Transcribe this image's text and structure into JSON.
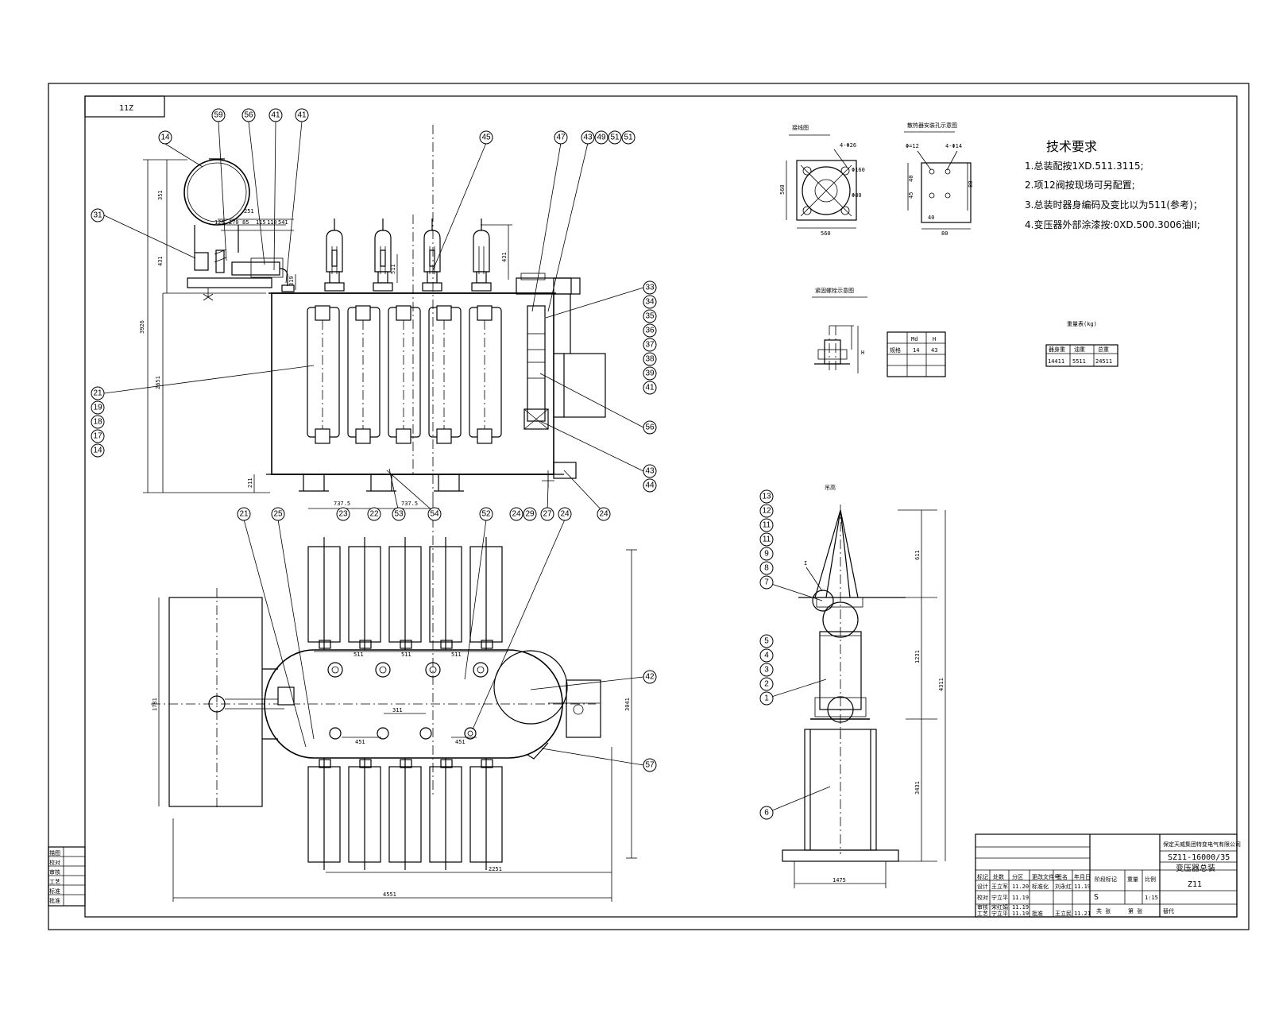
{
  "drawing_code": "11Z",
  "tech_req": {
    "title": "技术要求",
    "items": [
      "1.总装配按1XD.511.3115;",
      "2.项12阀按现场可另配置;",
      "3.总装时器身编码及变比以为511(参考)；",
      "4.变压器外部涂漆按:0XD.500.3006油II;"
    ]
  },
  "detail_labels": {
    "flange": "接线图",
    "bolt_pattern": "散热器安装孔示意图",
    "tightening": "紧固螺栓示意图",
    "weight_table_title": "重量表(kg)",
    "lifting_view": "吊高"
  },
  "flange_dims": {
    "side": "560",
    "bottom": "560",
    "holes": "4-Φ26",
    "hole_dia": "Φ160",
    "inner": "Φ80"
  },
  "bolt_dims": {
    "spec": "Φ=12",
    "holes": "4-Φ14",
    "d1": "40",
    "d2": "80",
    "d3": "80",
    "d4": "40",
    "d5": "45"
  },
  "torque_table": {
    "headers": [
      "",
      "Md",
      "H"
    ],
    "rows": [
      [
        "规格",
        "14",
        "43"
      ],
      [
        "",
        "",
        ""
      ]
    ]
  },
  "tightening_dim": "H",
  "weight_table": {
    "headers": [
      "器身重",
      "油重",
      "总重"
    ],
    "values": [
      "14411",
      "5511",
      "24511"
    ]
  },
  "front_dims": {
    "d_cons": "351",
    "d_h1": "431",
    "d_total": "3926",
    "d_tank": "2651",
    "d_bottom": "211",
    "d_bus": "431",
    "d_bush": "511",
    "d_pipe": "319",
    "d_base1": "737.5",
    "d_base2": "737.5",
    "d_top": [
      "126",
      "270",
      "251",
      "85",
      "115",
      "110",
      "541"
    ]
  },
  "plan_dims": {
    "d_width": "1781",
    "d_depth": "3041",
    "d_rad_pitch": [
      "511",
      "511",
      "511"
    ],
    "d_c1": "451",
    "d_c2": "311",
    "d_c3": "451",
    "d_len1": "2251",
    "d_len_total": "4551"
  },
  "side_dims": {
    "d1": "611",
    "d2": "1231",
    "d3": "3431",
    "d_total": "4311",
    "d_base": "1475"
  },
  "bubbles_front_top": [
    "14",
    "59",
    "56",
    "41",
    "41",
    "45",
    "47",
    "43",
    "49",
    "51",
    "51"
  ],
  "bubbles_front_left": [
    "31",
    "21",
    "19",
    "18",
    "17",
    "14"
  ],
  "bubbles_front_right": [
    "33",
    "34",
    "35",
    "36",
    "37",
    "38",
    "39",
    "41",
    "56",
    "43",
    "44"
  ],
  "bubbles_front_right_lower": [
    "24"
  ],
  "bubbles_front_bottom": [
    "23",
    "22",
    "53",
    "54",
    "24",
    "29",
    "27"
  ],
  "bubbles_plan_top": [
    "21",
    "25",
    "52",
    "24"
  ],
  "bubbles_plan_right": [
    "42",
    "57"
  ],
  "bubbles_side_top": [
    "13",
    "12",
    "11",
    "11",
    "9",
    "8",
    "7"
  ],
  "bubbles_side_mid": [
    "5",
    "4",
    "3",
    "2",
    "1"
  ],
  "bubbles_side_low": [
    "6"
  ],
  "side_label_I": "I",
  "sign_rows": [
    "描图",
    "校对",
    "审核",
    "工艺",
    "标准",
    "批准"
  ],
  "title_block": {
    "company": "保定天威集团特变电气有限公司",
    "model": "SZ11-16000/35",
    "name": "变压器总装",
    "drawing_no": "Z11",
    "scale_label": "比例",
    "scale": "1:15",
    "weight_label": "重量",
    "stage_label": "阶段标记",
    "stage": "S",
    "sheet_total": "共 张",
    "sheet_no": "第 张",
    "replace": "替代",
    "tb_rows": [
      [
        "标记",
        "处数",
        "分区",
        "更改文件号",
        "签名",
        "年月日"
      ],
      [
        "设计",
        "王立军",
        "11.20",
        "标准化",
        "刘永红",
        "11.19"
      ],
      [
        "校对",
        "宁立平",
        "11.19",
        "",
        "",
        ""
      ],
      [
        "审核",
        "宋红娟",
        "11.19",
        "",
        "",
        ""
      ],
      [
        "工艺",
        "宁立平",
        "11.19",
        "批准",
        "王立民",
        "11.21"
      ]
    ]
  }
}
